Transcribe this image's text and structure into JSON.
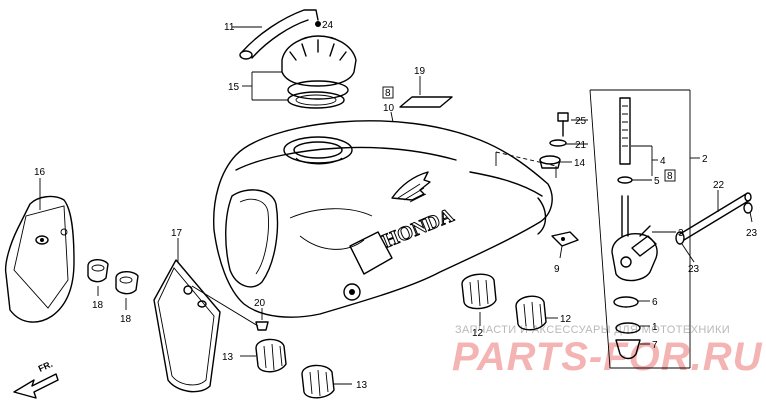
{
  "callouts": {
    "c1": "1",
    "c2": "2",
    "c3": "3",
    "c4": "4",
    "c5": "5",
    "c6": "6",
    "c7": "7",
    "c8a": "8",
    "c8b": "8",
    "c9": "9",
    "c10": "10",
    "c11": "11",
    "c12a": "12",
    "c12b": "12",
    "c13a": "13",
    "c13b": "13",
    "c14": "14",
    "c15": "15",
    "c16": "16",
    "c17": "17",
    "c18a": "18",
    "c18b": "18",
    "c19": "19",
    "c20": "20",
    "c21": "21",
    "c22": "22",
    "c23a": "23",
    "c23b": "23",
    "c24": "24",
    "c25": "25"
  },
  "tank_emblem": "HONDA",
  "direction_arrow": "FR.",
  "watermark": {
    "text_ru": "ЗАПЧАСТИ И АКСЕССУАРЫ ДЛЯ МОТОТЕХНИКИ",
    "brand": "PARTS-FOR.RU"
  }
}
